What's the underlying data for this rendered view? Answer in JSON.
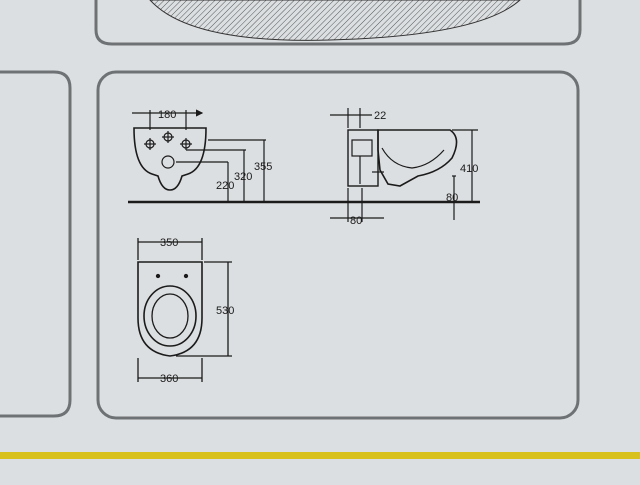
{
  "colors": {
    "background": "#dcdfe1",
    "panel_border": "#6f7274",
    "line": "#1b1b1b",
    "accent_stripe": "#d8c11a"
  },
  "front_view": {
    "width_label": "180",
    "height_labels": [
      "355",
      "320",
      "220"
    ]
  },
  "side_view": {
    "top_label": "22",
    "height_label": "410",
    "floor_label": "80",
    "bottom_label": "80"
  },
  "top_view": {
    "top_width_label": "350",
    "length_label": "530",
    "bottom_width_label": "360"
  }
}
